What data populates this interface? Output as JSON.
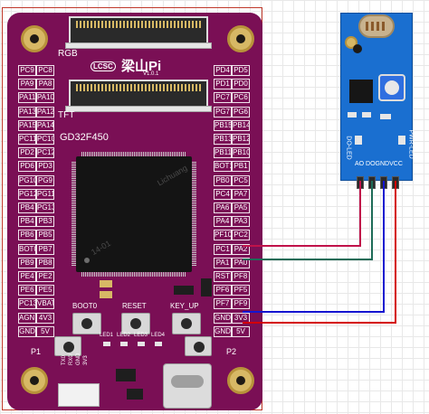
{
  "board": {
    "label_rgb": "RGB",
    "label_tft": "TFT",
    "logo_brand": "LCSC",
    "logo_name": "梁山Pi",
    "logo_version": "V1.0.1",
    "mcu_label": "GD32F450",
    "chip_marking_1": "Lichuang",
    "chip_marking_2": "14-01",
    "boot0": "BOOT0",
    "reset": "RESET",
    "key_up": "KEY_UP",
    "leds": [
      "LED1",
      "LED2",
      "LED3",
      "LED4"
    ],
    "p1": "P1",
    "p2": "P2",
    "uart_labels": [
      "TX0",
      "RX0",
      "GND",
      "3V3"
    ],
    "left_pins": [
      [
        "PC9",
        "PC8"
      ],
      [
        "PA9",
        "PA8"
      ],
      [
        "PA11",
        "PA10"
      ],
      [
        "PA13",
        "PA12"
      ],
      [
        "PA15",
        "PA14"
      ],
      [
        "PC11",
        "PC10"
      ],
      [
        "PD2",
        "PC12"
      ],
      [
        "PD6",
        "PD3"
      ],
      [
        "PG10",
        "PG9"
      ],
      [
        "PG12",
        "PG11"
      ],
      [
        "PB4",
        "PG13"
      ],
      [
        "PB4",
        "PB3"
      ],
      [
        "PB6",
        "PB5"
      ],
      [
        "BOT0",
        "PB7"
      ],
      [
        "PB9",
        "PB8"
      ],
      [
        "PE4",
        "PE2"
      ],
      [
        "PE6",
        "PE5"
      ],
      [
        "PC13",
        "VBAT"
      ],
      [
        "AGND",
        "4V3"
      ],
      [
        "GND",
        "5V"
      ]
    ],
    "right_pins": [
      [
        "PD4",
        "PD5"
      ],
      [
        "PD1",
        "PD0"
      ],
      [
        "PC7",
        "PC6"
      ],
      [
        "PG7",
        "PG6"
      ],
      [
        "PB15",
        "PB14"
      ],
      [
        "PB13",
        "PB12"
      ],
      [
        "PB11",
        "PB10"
      ],
      [
        "BOT1",
        "PB1"
      ],
      [
        "PB0",
        "PC5"
      ],
      [
        "PC4",
        "PA7"
      ],
      [
        "PA6",
        "PA5"
      ],
      [
        "PA4",
        "PA3"
      ],
      [
        "PF10",
        "PC2"
      ],
      [
        "PC1",
        "PA2"
      ],
      [
        "PA1",
        "PA0"
      ],
      [
        "RST",
        "PF8"
      ],
      [
        "PF6",
        "PF5"
      ],
      [
        "PF7",
        "PF9"
      ],
      [
        "GND",
        "3V3"
      ],
      [
        "GND",
        "5V"
      ]
    ]
  },
  "sensor": {
    "left_vertical": "DO-LED",
    "right_vertical": "PWR-LED",
    "pin_labels": "AO DOGNDVCC",
    "wire_colors": {
      "ao": "#c0124a",
      "do": "#1d6b57",
      "gnd": "#1414d0",
      "vcc": "#d40000"
    }
  }
}
